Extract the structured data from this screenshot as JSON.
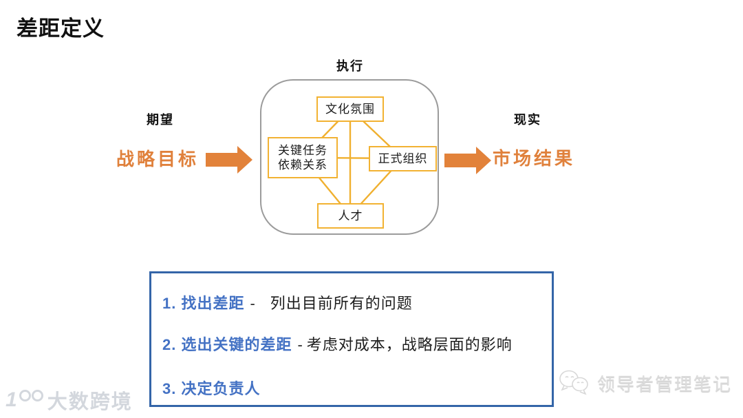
{
  "title": "差距定义",
  "diagram": {
    "top_label": "执行",
    "expect_label": "期望",
    "reality_label": "现实",
    "strategic_goal": "战略目标",
    "market_result": "市场结果",
    "nodes": {
      "top": "文化氛围",
      "left_line1": "关键任务",
      "left_line2": "依赖关系",
      "right": "正式组织",
      "bottom": "人才"
    }
  },
  "steps": [
    {
      "label": "1. 找出差距",
      "sep": "-",
      "desc": "列出目前所有的问题"
    },
    {
      "label": "2. 选出关键的差距",
      "sep": "-",
      "desc": "考虑对成本，战略层面的影响"
    },
    {
      "label": "3. 决定负责人",
      "sep": "",
      "desc": ""
    }
  ],
  "watermarks": {
    "left": "大数跨境",
    "right": "领导者管理笔记"
  },
  "colors": {
    "orange": "#E0813C",
    "gold": "#F2B232",
    "blue_text": "#4472C4",
    "blue_border": "#3465A8",
    "frame_gray": "#9b9b9b"
  }
}
